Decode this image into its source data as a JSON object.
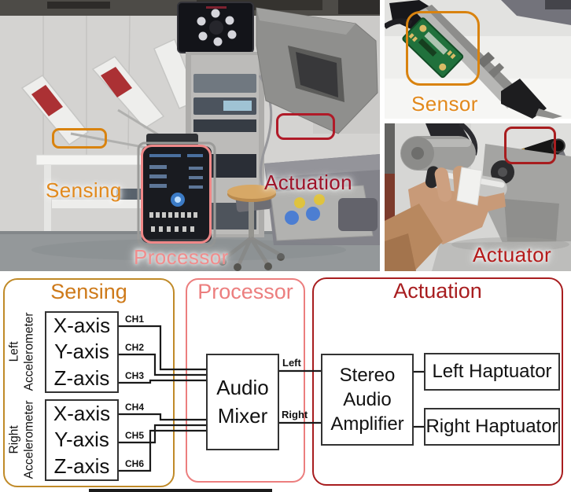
{
  "photo_panel": {
    "main": {
      "sensing_label": "Sensing",
      "processor_label": "Processor",
      "actuation_label": "Actuation"
    },
    "sensor": {
      "label": "Sensor"
    },
    "actuator": {
      "label": "Actuator"
    }
  },
  "diagram": {
    "sensing": {
      "title": "Sensing",
      "left_group": {
        "side": "Left",
        "device": "Accelerometer",
        "axes": [
          "X-axis",
          "Y-axis",
          "Z-axis"
        ],
        "channels": [
          "CH1",
          "CH2",
          "CH3"
        ]
      },
      "right_group": {
        "side": "Right",
        "device": "Accelerometer",
        "axes": [
          "X-axis",
          "Y-axis",
          "Z-axis"
        ],
        "channels": [
          "CH4",
          "CH5",
          "CH6"
        ]
      }
    },
    "processor": {
      "title": "Processor",
      "mixer": [
        "Audio",
        "Mixer"
      ],
      "output_left": "Left",
      "output_right": "Right"
    },
    "actuation": {
      "title": "Actuation",
      "amplifier": [
        "Stereo",
        "Audio",
        "Amplifier"
      ],
      "left_haptuator": "Left Haptuator",
      "right_haptuator": "Right Haptuator"
    }
  },
  "colors": {
    "orange": "#D9830F",
    "orange_text": "#CE7A1A",
    "gold_border": "#C08A28",
    "salmon": "#EC7E7E",
    "dark_red": "#A81D1F",
    "crimson": "#9E1228",
    "wire": "#1A1A1A",
    "pcb_green": "#20713C"
  }
}
